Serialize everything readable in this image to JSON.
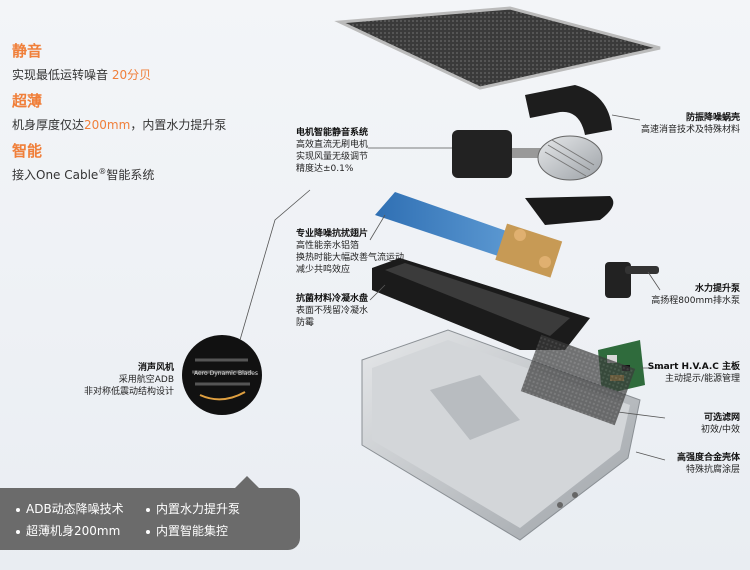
{
  "features": [
    {
      "title": "静音",
      "text_prefix": "实现最低运转噪音 ",
      "text_highlight": "20分贝",
      "text_suffix": ""
    },
    {
      "title": "超薄",
      "text_prefix": "机身厚度仅达",
      "text_highlight": "200mm",
      "text_suffix": "，内置水力提升泵"
    },
    {
      "title": "智能",
      "text_prefix": "接入One Cable",
      "text_sup": "®",
      "text_suffix": "智能系统"
    }
  ],
  "callouts": {
    "motor": {
      "title": "电机智能静音系统",
      "lines": [
        "高效直流无刷电机",
        "实现风量无级调节",
        "精度达±0.1%"
      ]
    },
    "vibration": {
      "title": "防振降噪蜗壳",
      "lines": [
        "高速消音技术及特殊材料"
      ]
    },
    "fin": {
      "title": "专业降噪抗扰翅片",
      "lines": [
        "高性能亲水铝箔",
        "换热时能大幅改善气流运动",
        "减少共鸣效应"
      ]
    },
    "pump": {
      "title": "水力提升泵",
      "lines": [
        "高扬程800mm排水泵"
      ]
    },
    "tray": {
      "title": "抗菌材料冷凝水盘",
      "lines": [
        "表面不残留冷凝水",
        "防霉"
      ]
    },
    "fan": {
      "title": "消声风机",
      "lines": [
        "采用航空ADB",
        "非对称低震动结构设计"
      ],
      "badge": "Aero Dynamic Blades"
    },
    "board": {
      "title": "Smart H.V.A.C 主板",
      "lines": [
        "主动提示/能源管理"
      ]
    },
    "filter": {
      "title": "可选滤网",
      "lines": [
        "初效/中效"
      ]
    },
    "shell": {
      "title": "高强度合金壳体",
      "lines": [
        "特殊抗腐涂层"
      ]
    }
  },
  "summary": [
    "ADB动态降噪技术",
    "内置水力提升泵",
    "超薄机身200mm",
    "内置智能集控"
  ],
  "colors": {
    "accent": "#f07f3a",
    "bubble": "#6b6b6b"
  }
}
